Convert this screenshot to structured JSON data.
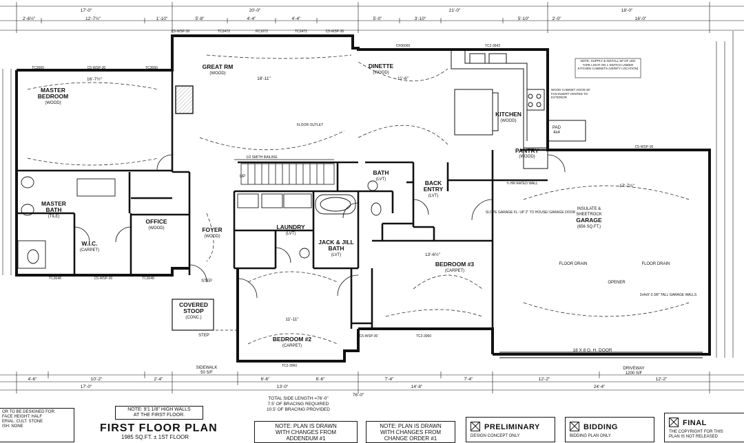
{
  "sheet": {
    "title": "FIRST FLOOR PLAN",
    "subtitle": "1985 SQ.FT. ± 1ST FLOOR",
    "wall_note_line1": "NOTE: 9'1 1/8\" HIGH WALLS",
    "wall_note_line2": "AT THE FIRST FLOOR.",
    "bracing_line1": "TOTAL SIDE LENGTH =76'-0\"",
    "bracing_line2": "7.5' OF BRACING REQUIRED",
    "bracing_line3": "10.5' OF BRACING PROVIDED"
  },
  "spec_box": {
    "line1": "OR TO BE DESIGNED FOR:",
    "line2": "FACE HEIGHT: HALF",
    "line3": "ERIAL: CULT. STONE",
    "line4": "ISH: NONE"
  },
  "change_notes": [
    {
      "line1": "NOTE: PLAN IS DRAWN",
      "line2": "WITH CHANGES FROM",
      "line3": "ADDENDUM #1"
    },
    {
      "line1": "NOTE: PLAN IS DRAWN",
      "line2": "WITH CHANGES FROM",
      "line3": "CHANGE ORDER #1"
    }
  ],
  "status_boxes": [
    {
      "label": "PRELIMINARY",
      "desc": "DESIGN CONCEPT ONLY"
    },
    {
      "label": "BIDDING",
      "desc": "BIDDING PLAN ONLY"
    },
    {
      "label": "FINAL",
      "desc1": "THE COPYRIGHT FOR THIS",
      "desc2": "PLAN IS NOT RELEASED"
    }
  ],
  "rooms": {
    "master_bedroom": {
      "name1": "MASTER",
      "name2": "BEDROOM",
      "finish": "(WOOD)",
      "dim": "16'-7½\""
    },
    "great_rm": {
      "name": "GREAT RM",
      "finish": "(WOOD)",
      "dim": "18'-11\""
    },
    "dinette": {
      "name": "DINETTE",
      "finish": "(WOOD)",
      "dim": "11'-6\""
    },
    "kitchen": {
      "name": "KITCHEN",
      "finish": "(WOOD)"
    },
    "master_bath": {
      "name1": "MASTER",
      "name2": "BATH",
      "finish": "(TILE)"
    },
    "office": {
      "name": "OFFICE",
      "finish": "(WOOD)"
    },
    "wic": {
      "name": "W.I.C.",
      "finish": "(CARPET)"
    },
    "foyer": {
      "name": "FOYER",
      "finish": "(WOOD)"
    },
    "laundry": {
      "name": "LAUNDRY",
      "finish": "(LVT)"
    },
    "jack_jill": {
      "name1": "JACK & JILL",
      "name2": "BATH",
      "finish": "(LVT)"
    },
    "bath": {
      "name": "BATH",
      "finish": "(LVT)"
    },
    "back_entry": {
      "name1": "BACK",
      "name2": "ENTRY",
      "finish": "(LVT)"
    },
    "pantry": {
      "name": "PANTRY",
      "finish": "(WOOD)"
    },
    "bedroom3": {
      "name": "BEDROOM #3",
      "finish": "(CARPET)",
      "dim": "13'-6½\""
    },
    "bedroom2": {
      "name": "BEDROOM #2",
      "finish": "(CARPET)",
      "dim": "11'-11\""
    },
    "covered_stoop": {
      "name1": "COVERED",
      "name2": "STOOP",
      "finish": "(CONC.)"
    },
    "garage": {
      "line1": "INSULATE &",
      "line2": "SHEETROCK",
      "line3": "GARAGE",
      "area": "(656 SQ.FT.)",
      "dim": "17'-7½\""
    },
    "pad": {
      "name": "PAD",
      "dim": "4x4"
    }
  },
  "labels": {
    "floor_drain_1": "FLOOR DRAIN",
    "floor_drain_2": "FLOOR DRAIN",
    "opener": "OPENER",
    "garage_door": "18 X 8 O. H. DOOR",
    "driveway": "DRIVEWAY",
    "driveway_area": "1200 S/F",
    "sidewalk": "SIDEWALK",
    "sidewalk_area": "50 S/F",
    "step": "STEP",
    "step2": "STEP",
    "up": "UP",
    "rated_wall": "¾ HR RATED WALL",
    "tall_walls": "2x4x9'-3 3/8\" TALL GARAGE WALLS",
    "kitchen_note": "NOTE: SUPPLY & INSTALL W/ OF LED TAPE LIGHT ON 1 SWITCH UNDER KITCHEN CABINETS (VERIFY LOCATION)",
    "cabinet_note": "WOOD CABINET HOOD W/ FAN INSERT VENTED TO EXTERIOR",
    "floor_outlet": "FLOOR OUTLET",
    "railing": "1/2 SMITH RAILING",
    "slope": "SLOPE GARAGE FL. UP 2\" TO HOUSE/ GARAGE DOOR"
  },
  "dims_top": [
    "17'-0\"",
    "20'-0\"",
    "21'-0\"",
    "18'-0\""
  ],
  "dims_top2": [
    "2'-6½\"",
    "12'-7½\"",
    "1'-10\"",
    "5'-8\"",
    "4'-4\"",
    "4'-4\"",
    "5'-0\"",
    "3'-10\"",
    "5'-10\"",
    "2'-0\"",
    "16'-0\""
  ],
  "dims_bottom": [
    "4'-6\"",
    "10'-2\"",
    "2'-4\"",
    "6'-6\"",
    "6'-6\"",
    "7'-4\"",
    "7'-4\"",
    "12'-2\"",
    "12'-2\""
  ],
  "dims_bottom2": [
    "17'-0\"",
    "13'-0\"",
    "14'-8\"",
    "24'-4\""
  ],
  "dims_total": "76'-0\"",
  "windows": [
    "TC3060",
    "C5-WSP-30",
    "TC3060",
    "C5-WSP-30",
    "TC2472",
    "FC1072",
    "TC2472",
    "C5-WSP-30",
    "CF06060",
    "TC2-3642",
    "TC3048",
    "C5-WSP-30",
    "TC3048",
    "C5-WSP-30",
    "TC2-3060",
    "C5-WSP-30",
    "TC2-3060"
  ]
}
